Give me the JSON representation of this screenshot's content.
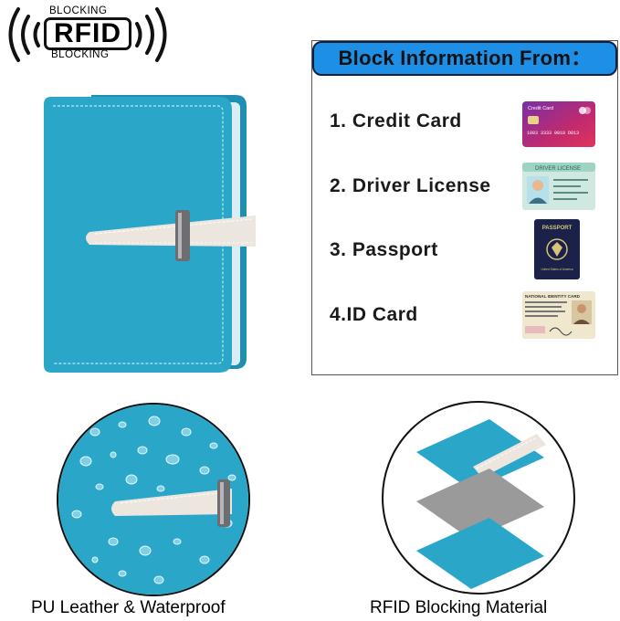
{
  "logo": {
    "top_text": "BLOCKING",
    "main_text": "RFID",
    "bottom_text": "BLOCKING"
  },
  "panel": {
    "title": "Block Information From：",
    "items": [
      {
        "label": "1. Credit Card",
        "icon": "credit-card-icon"
      },
      {
        "label": "2. Driver License",
        "icon": "driver-license-icon"
      },
      {
        "label": "3. Passport",
        "icon": "passport-icon"
      },
      {
        "label": "4.ID Card",
        "icon": "id-card-icon"
      }
    ]
  },
  "thumbs": {
    "credit_card_brand": "Credit Card",
    "credit_card_number": "1083 3333 0018 D813",
    "driver_license_header": "DRIVER LICENSE",
    "passport_title": "PASSPORT",
    "passport_country": "United States of America",
    "id_card_header": "NATIONAL IDENTITY CARD"
  },
  "features": [
    {
      "caption": "PU Leather & Waterproof"
    },
    {
      "caption": "RFID Blocking Material"
    }
  ],
  "colors": {
    "wallet_teal": "#2aa6c8",
    "strap_cream": "#ece6df",
    "title_blue": "#1d8fe6",
    "layer_gray": "#9a9a9a"
  }
}
